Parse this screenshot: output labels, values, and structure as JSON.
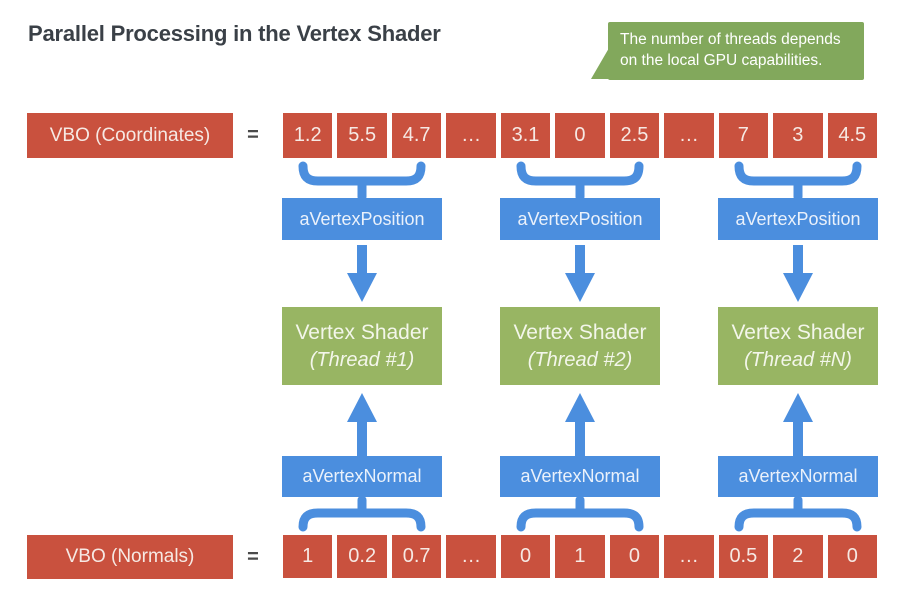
{
  "title": "Parallel Processing in the Vertex Shader",
  "callout": {
    "lines": [
      "The number of threads depends",
      "on the local GPU capabilities."
    ]
  },
  "top_row": {
    "label": "VBO (Coordinates)",
    "equals": "=",
    "cells": [
      "1.2",
      "5.5",
      "4.7",
      "…",
      "3.1",
      "0",
      "2.5",
      "…",
      "7",
      "3",
      "4.5"
    ]
  },
  "bottom_row": {
    "label": "VBO (Normals)",
    "equals": "=",
    "cells": [
      "1",
      "0.2",
      "0.7",
      "…",
      "0",
      "1",
      "0",
      "…",
      "0.5",
      "2",
      "0"
    ]
  },
  "columns": [
    {
      "attribute_top": "aVertexPosition",
      "shader_title": "Vertex Shader",
      "shader_thread": "(Thread #1)",
      "attribute_bottom": "aVertexNormal"
    },
    {
      "attribute_top": "aVertexPosition",
      "shader_title": "Vertex Shader",
      "shader_thread": "(Thread #2)",
      "attribute_bottom": "aVertexNormal"
    },
    {
      "attribute_top": "aVertexPosition",
      "shader_title": "Vertex Shader",
      "shader_thread": "(Thread #N)",
      "attribute_bottom": "aVertexNormal"
    }
  ],
  "colors": {
    "red": "#c9513e",
    "blue": "#4b8ede",
    "shader_green": "#98b563",
    "callout_green": "#82a85c",
    "title_text": "#3a4047"
  }
}
